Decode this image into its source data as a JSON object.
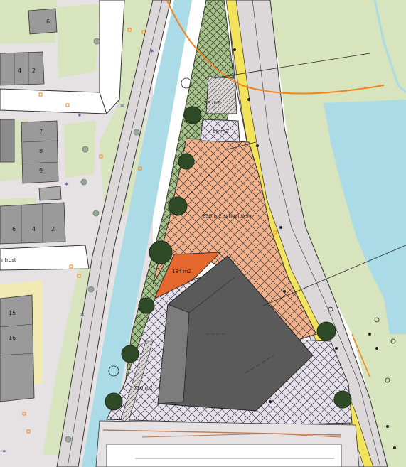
{
  "map": {
    "labels": {
      "top_small": "36 m2",
      "hatched_small": "60 m2",
      "main_area": "850 m2 schoolplein",
      "orange_area": "134 m2",
      "bottom_area": "730 m2",
      "street": "ntrost"
    },
    "house_numbers": [
      "6",
      "4",
      "2",
      "7",
      "8",
      "9",
      "6",
      "4",
      "2",
      "15",
      "16"
    ],
    "colors": {
      "water": "#aadbe6",
      "grass": "#d7e4bd",
      "road": "#dcd7d9",
      "yellow_line": "#f2e35a",
      "orange_fill": "#f3b28c",
      "orange_dark": "#e5692e",
      "building": "#5a5a5a",
      "tree": "#2f4a27",
      "pipe": "#f0841e",
      "house": "#9a9a9a"
    }
  }
}
